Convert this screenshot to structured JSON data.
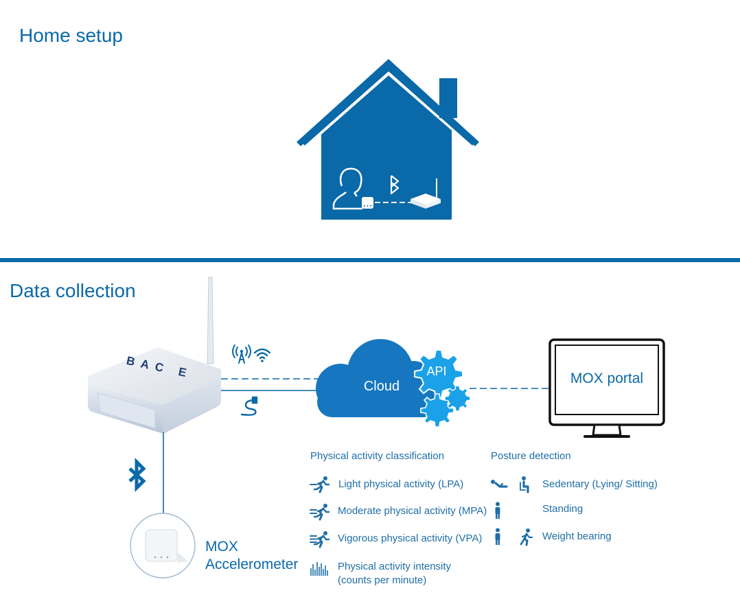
{
  "sections": {
    "home_setup_title": "Home setup",
    "data_collection_title": "Data collection"
  },
  "router": {
    "brand": "BAC E"
  },
  "cloud": {
    "label": "Cloud",
    "api_label": "API"
  },
  "portal": {
    "label": "MOX portal"
  },
  "accelerometer": {
    "label_line1": "MOX",
    "label_line2": "Accelerometer"
  },
  "activity_classification": {
    "heading": "Physical activity classification",
    "items": [
      {
        "label": "Light physical activity (LPA)",
        "icon": "light-activity-icon"
      },
      {
        "label": "Moderate physical activity (MPA)",
        "icon": "moderate-activity-icon"
      },
      {
        "label": "Vigorous physical activity (VPA)",
        "icon": "vigorous-activity-icon"
      },
      {
        "label": "Physical activity intensity",
        "label2": "(counts per minute)",
        "icon": "intensity-bars-icon"
      }
    ]
  },
  "posture_detection": {
    "heading": "Posture detection",
    "items": [
      {
        "label": "Sedentary (Lying/ Sitting)",
        "icons": [
          "lying-icon",
          "sitting-icon"
        ]
      },
      {
        "label": "Standing",
        "icons": [
          "standing-icon"
        ]
      },
      {
        "label": "Weight bearing",
        "icons": [
          "standing-icon",
          "walking-icon"
        ]
      }
    ]
  },
  "colors": {
    "brand_blue": "#0a69a8",
    "cloud_blue": "#1677c0",
    "gear_blue": "#1ba1e8",
    "text_blue": "#1f6ea8"
  }
}
